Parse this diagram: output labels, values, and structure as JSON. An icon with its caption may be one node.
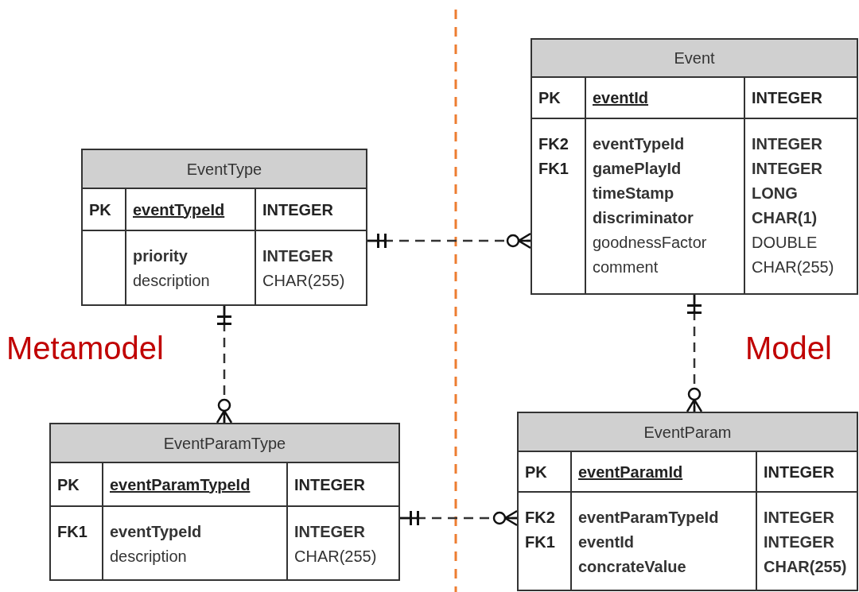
{
  "diagram": {
    "nodes": [
      {
        "text": [
          "EventType",
          "PK",
          "eventTypeId",
          "INTEGER",
          "**priority** description",
          "**INTEGER** CHAR(255)"
        ]
      },
      {
        "text": [
          "Event",
          "PK",
          "eventId",
          "INTEGER",
          "FK2 FK1",
          "**eventTypeId** **gamePlayId** **timeStamp** **discriminator** goodnessFactor comment",
          "**INTEGER** **INTEGER** **LONG** **CHAR(1)** DOUBLE CHAR(255)"
        ]
      },
      {
        "text": [
          "EventParamType",
          "PK",
          "eventParamTypeId",
          "INTEGER",
          "FK1",
          "**eventTypeId** description",
          "**INTEGER** CHAR(255)"
        ]
      },
      {
        "text": [
          "EventParam",
          "PK",
          "eventParamId",
          "INTEGER",
          "FK2 FK1",
          "**eventParamTypeId** **eventId** **concrateValue**",
          "**INTEGER** **INTEGER** **CHAR(255)**"
        ]
      }
    ],
    "edges": [
      {
        "from": 0,
        "to": 1,
        "arrow": "other",
        "style": "dashed"
      },
      {
        "from": 0,
        "to": 2,
        "arrow": "other",
        "style": "dashed"
      },
      {
        "from": 1,
        "to": 3,
        "arrow": "other",
        "style": "dashed"
      },
      {
        "from": 2,
        "to": 3,
        "arrow": "other",
        "style": "dashed"
      }
    ],
    "labels": [
      "Metamodel",
      "Model"
    ]
  }
}
